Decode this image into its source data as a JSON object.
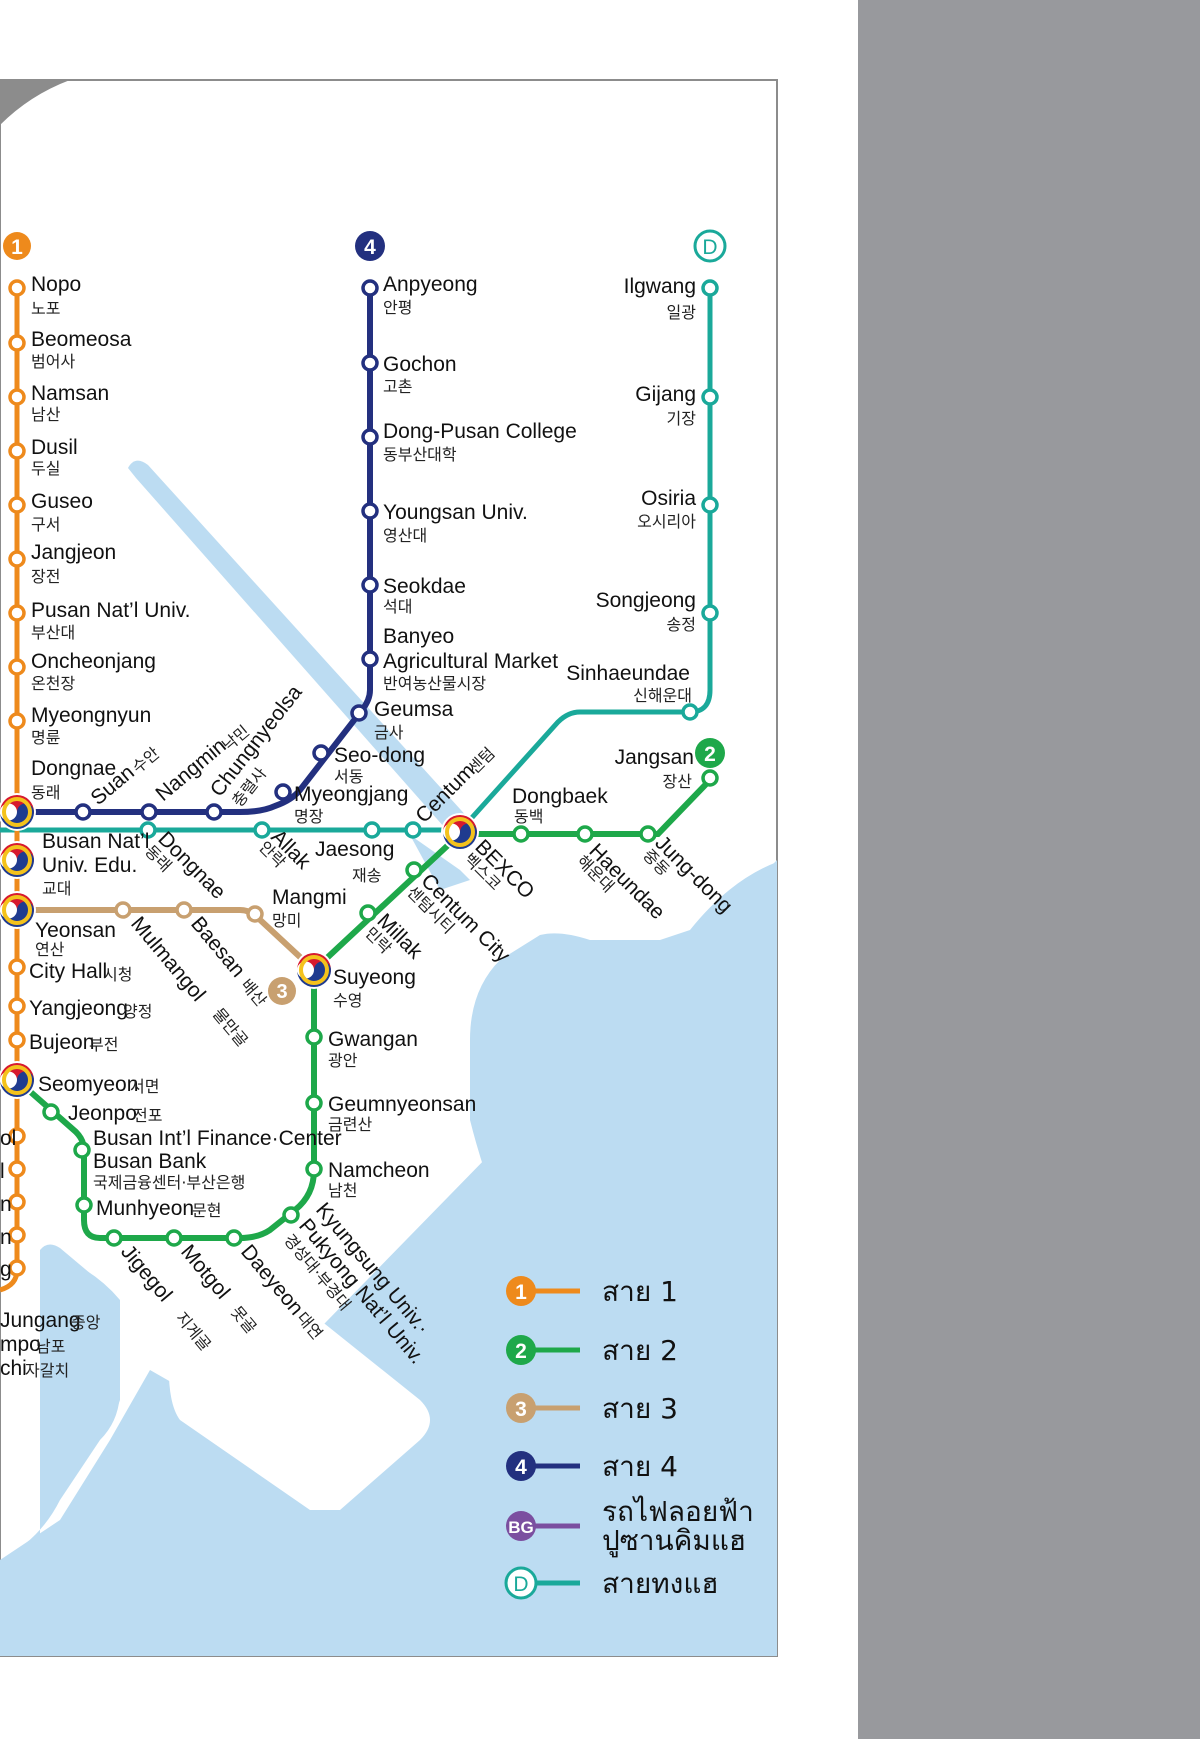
{
  "colors": {
    "line1": "#ee8a1c",
    "line2": "#1ea84a",
    "line3": "#c8a070",
    "line4": "#23307f",
    "bg_line": "#7b4fa0",
    "donghae": "#1aa99a",
    "water": "#bcdcf2",
    "frame_gray": "#98999d",
    "panel_border": "#8c8c8c"
  },
  "line_badges": {
    "line1": "1",
    "line4": "4",
    "donghae": "D",
    "line3": "3",
    "line2": "2"
  },
  "stations": {
    "nopo": {
      "en": "Nopo",
      "ko": "노포"
    },
    "beomeosa": {
      "en": "Beomeosa",
      "ko": "범어사"
    },
    "namsan": {
      "en": "Namsan",
      "ko": "남산"
    },
    "dusil": {
      "en": "Dusil",
      "ko": "두실"
    },
    "guseo": {
      "en": "Guseo",
      "ko": "구서"
    },
    "jangjeon": {
      "en": "Jangjeon",
      "ko": "장전"
    },
    "pnu": {
      "en": "Pusan Nat’l Univ.",
      "ko": "부산대"
    },
    "oncheonjang": {
      "en": "Oncheonjang",
      "ko": "온천장"
    },
    "myeongnyun": {
      "en": "Myeongnyun",
      "ko": "명륜"
    },
    "dongnae": {
      "en": "Dongnae",
      "ko": "동래"
    },
    "bnue1": {
      "en": "Busan Nat’l",
      "en2": "Univ. Edu.",
      "ko": "교대"
    },
    "yeonsan": {
      "en": "Yeonsan",
      "ko": "연산"
    },
    "cityhall": {
      "en": "City Hall",
      "ko": "시청"
    },
    "yangjeong": {
      "en": "Yangjeong",
      "ko": "양정"
    },
    "bujeon": {
      "en": "Bujeon",
      "ko": "부전"
    },
    "seomyeon": {
      "en": "Seomyeon",
      "ko": "서면"
    },
    "jeonpo": {
      "en": "Jeonpo",
      "ko": "전포"
    },
    "bifc": {
      "en": "Busan Int’l Finance·Center",
      "en2": "Busan Bank",
      "ko": "국제금융센터·부산은행"
    },
    "munhyeon": {
      "en": "Munhyeon",
      "ko": "문현"
    },
    "jungang": {
      "en": "Jungang",
      "ko": "중앙"
    },
    "nampo": {
      "en": "mpo",
      "ko": "남포"
    },
    "jagalchi": {
      "en": "chi",
      "ko": "자갈치"
    },
    "frag1": "ol",
    "frag2": "l",
    "frag3": "n",
    "frag4": "n",
    "frag5": "g",
    "anpyeong": {
      "en": "Anpyeong",
      "ko": "안평"
    },
    "gochon": {
      "en": "Gochon",
      "ko": "고촌"
    },
    "dpc": {
      "en": "Dong-Pusan College",
      "ko": "동부산대학"
    },
    "youngsan": {
      "en": "Youngsan Univ.",
      "ko": "영산대"
    },
    "seokdae": {
      "en": "Seokdae",
      "ko": "석대"
    },
    "banyeo": {
      "en": "Banyeo",
      "en2": "Agricultural Market",
      "ko": "반여농산물시장"
    },
    "geumsa": {
      "en": "Geumsa",
      "ko": "금사"
    },
    "seodong": {
      "en": "Seo-dong",
      "ko": "서동"
    },
    "myeongjang": {
      "en": "Myeongjang",
      "ko": "명장"
    },
    "chungnyeolsa": {
      "en": "Chungnyeolsa",
      "ko": "충렬사"
    },
    "nangmin": {
      "en": "Nangmin",
      "ko": "낙민"
    },
    "suan": {
      "en": "Suan",
      "ko": "수안"
    },
    "ilgwang": {
      "en": "Ilgwang",
      "ko": "일광"
    },
    "gijang": {
      "en": "Gijang",
      "ko": "기장"
    },
    "osiria": {
      "en": "Osiria",
      "ko": "오시리아"
    },
    "songjeong": {
      "en": "Songjeong",
      "ko": "송정"
    },
    "sinhaeundae": {
      "en": "Sinhaeundae",
      "ko": "신해운대"
    },
    "centum": {
      "en": "Centum",
      "ko": "센텀"
    },
    "jaesong": {
      "en": "Jaesong",
      "ko": "재송"
    },
    "allak": {
      "en": "Allak",
      "ko": "안락"
    },
    "dongnae_d": {
      "en": "Dongnae",
      "ko": "동래"
    },
    "jangsan": {
      "en": "Jangsan",
      "ko": "장산"
    },
    "dongbaek": {
      "en": "Dongbaek",
      "ko": "동백"
    },
    "bexco": {
      "en": "BEXCO",
      "ko": "벡스코"
    },
    "haeundae": {
      "en": "Haeundae",
      "ko": "해운대"
    },
    "jungdong": {
      "en": "Jung-dong",
      "ko": "중동"
    },
    "centumcity": {
      "en": "Centum City",
      "ko": "센텀시티"
    },
    "millak": {
      "en": "Millak",
      "ko": "민락"
    },
    "suyeong": {
      "en": "Suyeong",
      "ko": "수영"
    },
    "mangmi": {
      "en": "Mangmi",
      "ko": "망미"
    },
    "baesan": {
      "en": "Baesan",
      "ko": "배산"
    },
    "mulmangol": {
      "en": "Mulmangol",
      "ko": "물만골"
    },
    "gwangan": {
      "en": "Gwangan",
      "ko": "광안"
    },
    "geumnyeonsan": {
      "en": "Geumnyeonsan",
      "ko": "금련산"
    },
    "namcheon": {
      "en": "Namcheon",
      "ko": "남천"
    },
    "kyungsung": {
      "en": "Kyungsung Univ.·",
      "en2": "Pukyong Nat’l Univ.",
      "ko": "경성대·부경대"
    },
    "daeyeon": {
      "en": "Daeyeon",
      "ko": "대연"
    },
    "motgol": {
      "en": "Motgol",
      "ko": "못골"
    },
    "jigegol": {
      "en": "Jigegol",
      "ko": "지게골"
    }
  },
  "legend": [
    {
      "badge": "1",
      "label": "สาย 1",
      "color": "#ee8a1c"
    },
    {
      "badge": "2",
      "label": "สาย 2",
      "color": "#1ea84a"
    },
    {
      "badge": "3",
      "label": "สาย 3",
      "color": "#c8a070"
    },
    {
      "badge": "4",
      "label": "สาย 4",
      "color": "#23307f"
    },
    {
      "badge": "BG",
      "label": "รถไฟลอยฟ้า",
      "label2": "ปูซานคิมแฮ",
      "color": "#7b4fa0"
    },
    {
      "badge": "D",
      "label": "สายทงแฮ",
      "color": "#1aa99a"
    }
  ]
}
